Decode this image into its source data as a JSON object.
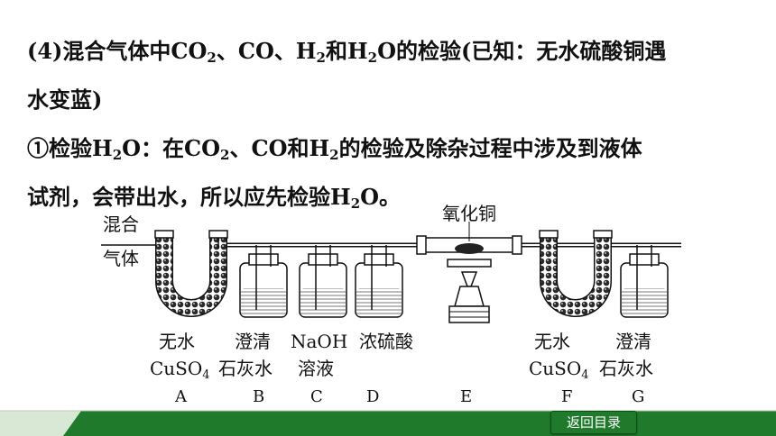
{
  "paragraphs": {
    "p1_line1": [
      "(4)混合气体中CO",
      "2",
      "、CO、H",
      "2",
      "和H",
      "2",
      "O的检验(已知：无水硫酸铜遇"
    ],
    "p1_line2": "水变蓝)",
    "p2_line1": [
      "①检验H",
      "2",
      "O：在CO",
      "2",
      "、CO和H",
      "2",
      "的检验及除杂过程中涉及到液体"
    ],
    "p2_line2": [
      "试剂，会带出水，所以应先检验H",
      "2",
      "O。"
    ]
  },
  "diagram": {
    "inlet_label_1": "混合",
    "inlet_label_2": "气体",
    "top_label": "氧化铜",
    "labels": {
      "A1": "无水",
      "A2": "CuSO",
      "A2sub": "4",
      "B1": "澄清",
      "B2": "石灰水",
      "C1": "NaOH",
      "C2": "溶液",
      "D1": "浓硫酸",
      "F1": "无水",
      "F2": "CuSO",
      "F2sub": "4",
      "G1": "澄清",
      "G2": "石灰水"
    },
    "letters": {
      "A": "A",
      "B": "B",
      "C": "C",
      "D": "D",
      "E": "E",
      "F": "F",
      "G": "G"
    }
  },
  "footer": {
    "return_label": "返回目录"
  },
  "colors": {
    "footer_green": "#1f7a2c",
    "footer_light": "#d9e8d4"
  }
}
